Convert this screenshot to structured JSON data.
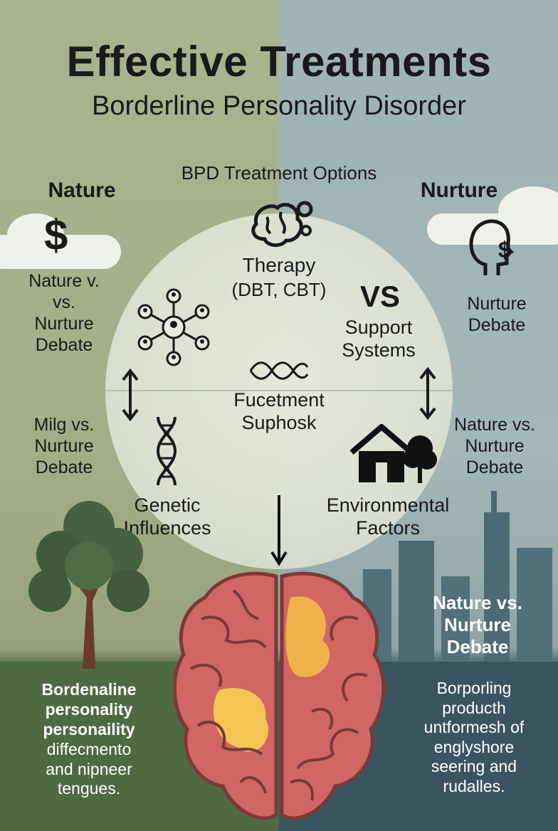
{
  "header": {
    "title": "Effective Treatments",
    "subtitle": "Borderline Personality Disorder"
  },
  "center": {
    "heading": "BPD Treatment Options",
    "therapy": "Therapy",
    "therapy_sub": "(DBT, CBT)",
    "vs": "VS",
    "support": "Support\nSystems",
    "mid_label": "Fucetment\nSuphosk",
    "genetic": "Genetic\nInfluences",
    "environmental": "Environmental\nFactors"
  },
  "left": {
    "heading": "Nature",
    "debate1": "Nature v.\nvs.\nNurture\nDebate",
    "debate2": "Milg vs.\nNurture\nDebate",
    "bottom_line1": "Bordenaline",
    "bottom_line2": "personality",
    "bottom_line3": "personaility",
    "bottom_line4": "diffecmento\nand nipneer\ntengues."
  },
  "right": {
    "heading": "Nurture",
    "debate1": "Nurture\nDebate",
    "debate2": "Nature vs.\nNurture\nDebate",
    "debate3": "Nature vs.\nNurture\nDebate",
    "bottom_text": "Borporling\nproducth\nuntformesh of\nenglyshore\nseering and\nrudalles."
  },
  "icons": {
    "money": "money-icon",
    "brain_gears": "brain-gears-icon",
    "head": "head-profile-icon",
    "network": "network-icon",
    "dna": "dna-icon",
    "house": "house-icon",
    "tree": "tree-icon",
    "brain": "brain-icon",
    "city": "city-skyline-icon"
  },
  "colors": {
    "left_bg": "#a9b48f",
    "right_bg": "#9fb3b4",
    "brain_red": "#d46a6a",
    "brain_yellow": "#f2b24a"
  }
}
